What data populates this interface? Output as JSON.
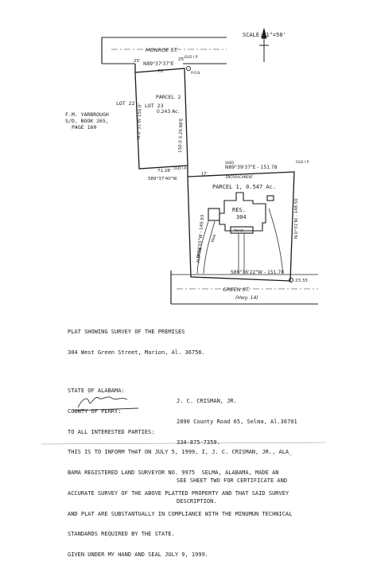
{
  "scale": "SCALE: 1\"=50'",
  "streets": {
    "north": "MONROE ST.",
    "south": "GREEN ST.",
    "south_hwy": "(Hwy. 14)"
  },
  "left_labels": [
    "F.M. YARBROUGH",
    "S/D, BOOK 265,",
    "PAGE 160"
  ],
  "lots": {
    "lot22": "LOT 22",
    "lot23": "LOT 23"
  },
  "parcel2": {
    "name": "PARCEL 2",
    "area": "0.243 Ac."
  },
  "parcel1": {
    "name": "PARCEL 1, 0.547 Ac."
  },
  "residence": {
    "label": "RES.",
    "number": "304"
  },
  "annotations": {
    "top_line": "N89°37'37\"E",
    "top_dist": "70'",
    "d25_left": "25'",
    "d25_right": "25'",
    "pob": "P.O.B.",
    "old_ip_top": "OLD I.P.",
    "bottom_p2": "71.28'",
    "bottom_p2_bearing": "S89°37'40\"W",
    "east_p2": "150.0 S.29.88'E",
    "west_p2": "N.0°31'W 150.0'",
    "parcel1_north": "N89°39'37\"E - 151.78",
    "encroachment": "ENCROACHMENT",
    "parcel1_west": "N.0°34'55\"W - 149.93",
    "parcel1_east": "N.0°31'W - 148.50",
    "parcel1_south": "S89°36'22\"W - 151.78",
    "porch": "Porch",
    "drive": "DRIVE",
    "sidewalk": "Walk",
    "old_ip": "OLD I.P.",
    "se_pin": "23.33",
    "h17": "17'",
    "shed": "SHED"
  },
  "notes": {
    "plat_title": "PLAT SHOWING SURVEY OF THE PREMISES",
    "address": "304 West Green Street, Marion, Al. 36756.",
    "state": "STATE OF ALABAMA:",
    "county": "COUNTY OF PERRY:",
    "to_all": "TO ALL INTERESTED PARTIES:",
    "cert_lines": [
      "THIS IS TO INFORM THAT ON JULY 5, 1999, I, J. C. CRISMAN, JR., ALA_",
      "BAMA REGISTERED LAND SURVEYOR NO. 9975  SELMA, ALABAMA, MADE AN",
      "ACCURATE SURVEY OF THE ABOVE PLATTED PROPERTY AND THAT SAID SURVEY",
      "AND PLAT ARE SUBSTANTUALLY IN COMPLIANCE WITH THE MINUMUN TECHNICAL",
      "STANDARDS REQUIRED BY THE STATE."
    ],
    "given": "GIVEN UNDER MY HAND AND SEAL JULY 9, 1999.",
    "surveyor_name": "J. C. CRISMAN, JR.",
    "surveyor_addr": "2890 County Road 65, Selma, Al.36701",
    "surveyor_phone": "334-875-7359.",
    "see_sheet": "SEE SHEET TWO FOR CERTIFICATE AND",
    "see_sheet2": "DESCRIPTION."
  }
}
